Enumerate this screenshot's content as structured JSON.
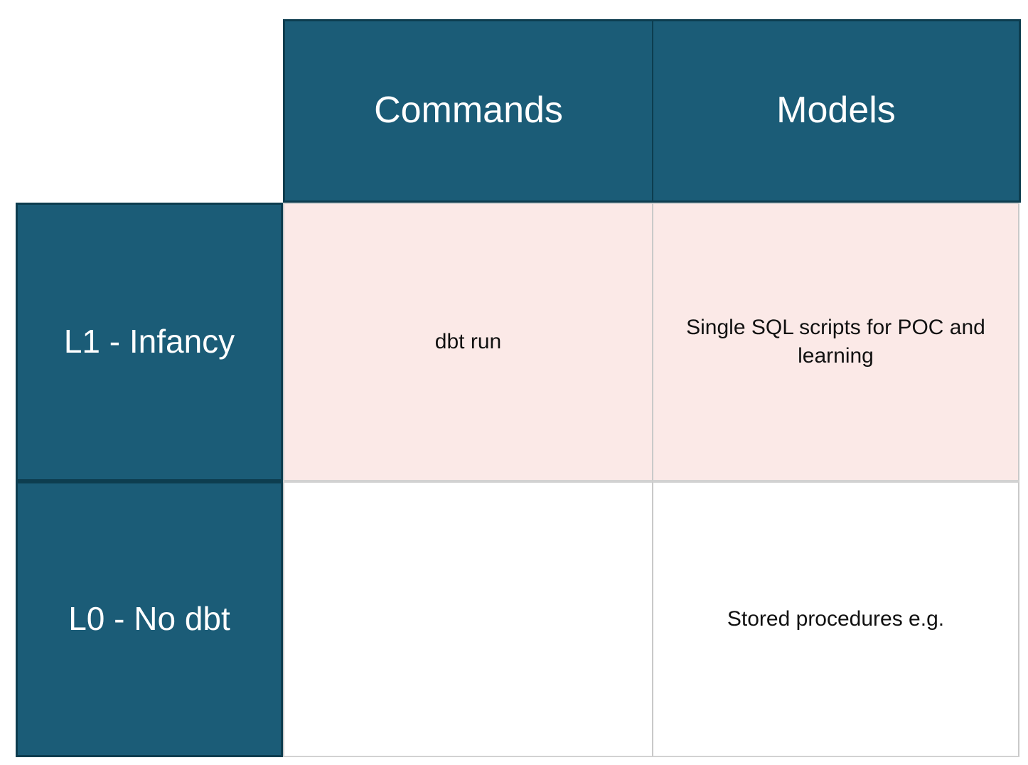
{
  "matrix": {
    "corner_label": "",
    "column_headers": [
      {
        "id": "commands",
        "label": "Commands"
      },
      {
        "id": "models",
        "label": "Models"
      }
    ],
    "rows": [
      {
        "id": "l1",
        "label": "L1 - Infancy",
        "cells": {
          "commands": "dbt run",
          "models": "Single SQL scripts for POC and learning"
        }
      },
      {
        "id": "l0",
        "label": "L0 - No dbt",
        "cells": {
          "commands": "",
          "models": "Stored procedures e.g."
        }
      }
    ]
  },
  "colors": {
    "header_background": "#1b5c77",
    "header_border": "#0d3d4f",
    "header_text": "#ffffff",
    "row_label_background": "#1b5c77",
    "row_label_text": "#ffffff",
    "row_l1_background": "#fbe9e7",
    "row_l0_background": "#ffffff",
    "body_text": "#111111",
    "body_grid_line": "#c9c9c9",
    "page_background": "#ffffff"
  }
}
